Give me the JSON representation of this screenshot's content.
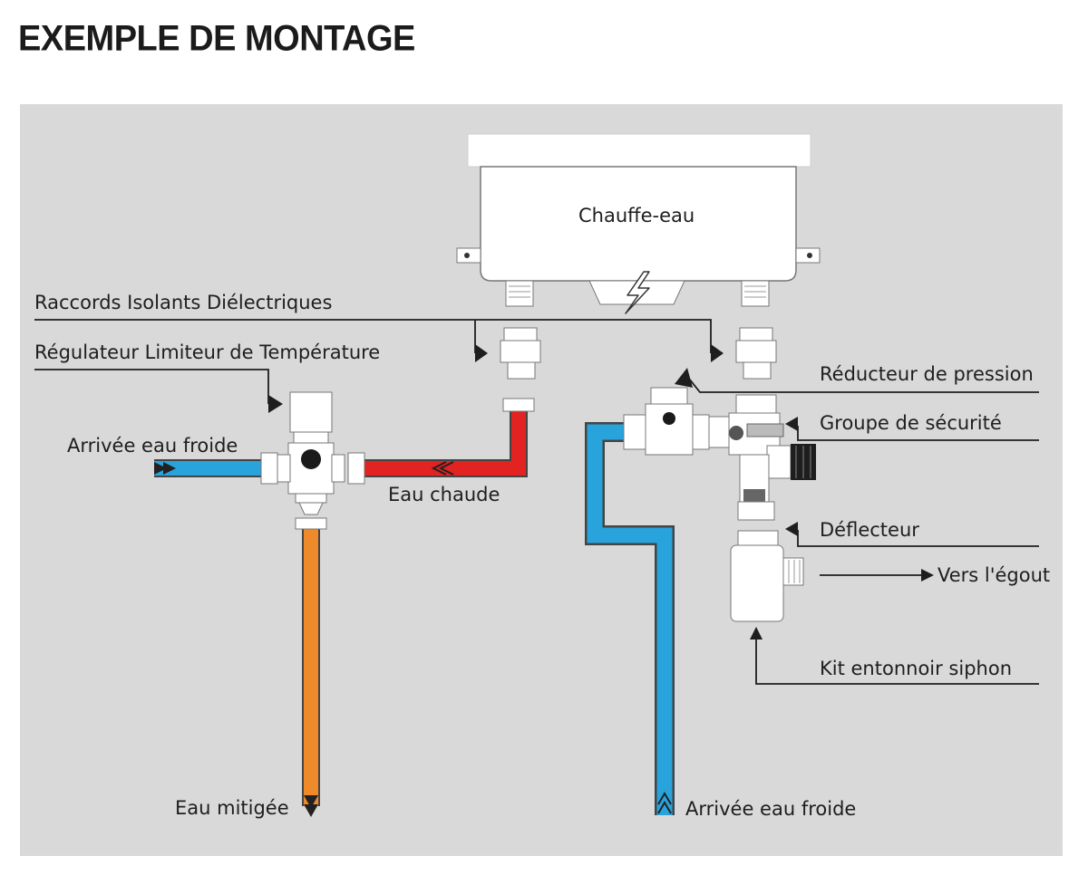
{
  "title": "EXEMPLE DE MONTAGE",
  "colors": {
    "background": "#d9d9d9",
    "cold_water": "#29a3dc",
    "hot_water": "#e32222",
    "mixed_water": "#ef8a2a"
  },
  "labels": {
    "heater": "Chauffe-eau",
    "dielectric_fittings": "Raccords Isolants Diélectriques",
    "temperature_limiter": "Régulateur Limiteur de Température",
    "cold_inlet_left": "Arrivée eau froide",
    "hot_water": "Eau chaude",
    "mixed_water": "Eau mitigée",
    "pressure_reducer": "Réducteur de pression",
    "safety_group": "Groupe de sécurité",
    "deflector": "Déflecteur",
    "to_drain": "Vers l'égout",
    "siphon_kit": "Kit entonnoir siphon",
    "cold_inlet_right": "Arrivée eau froide"
  },
  "icons": [
    "lightning-icon"
  ]
}
